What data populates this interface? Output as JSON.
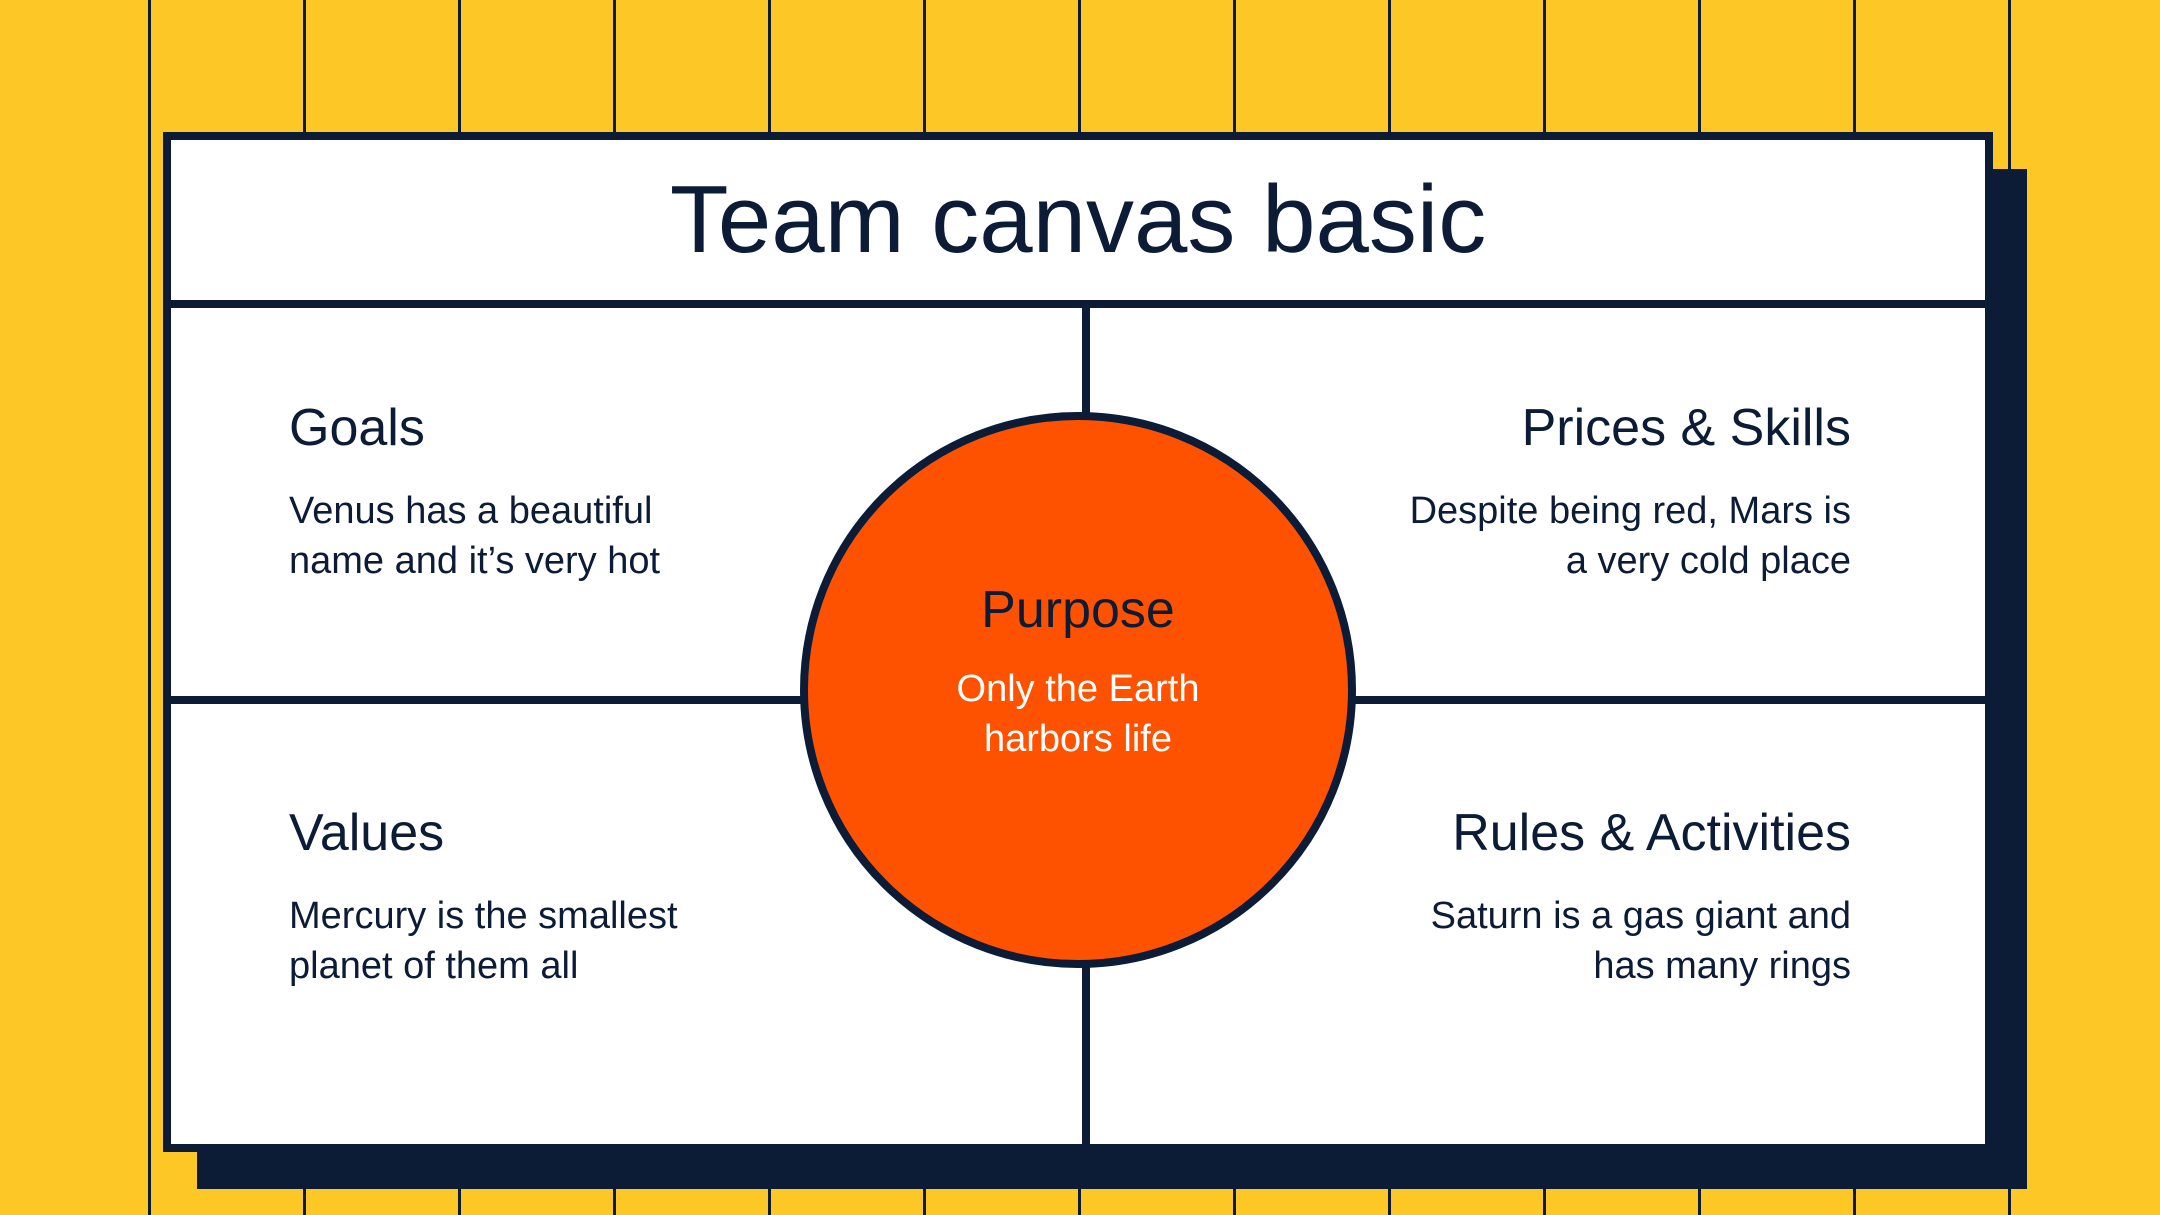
{
  "title": "Team canvas basic",
  "quadrants": {
    "goals": {
      "heading": "Goals",
      "text": "Venus has a beautiful\nname and it’s very hot"
    },
    "prices_skills": {
      "heading": "Prices & Skills",
      "text": "Despite being red, Mars is\na very cold place"
    },
    "values": {
      "heading": "Values",
      "text": "Mercury is the smallest\nplanet of them all"
    },
    "rules_activities": {
      "heading": "Rules & Activities",
      "text": "Saturn is a gas giant and\nhas many rings"
    }
  },
  "purpose": {
    "heading": "Purpose",
    "text": "Only the Earth\nharbors life"
  },
  "colors": {
    "background": "#FDC726",
    "navy": "#0C1B36",
    "accent": "#FF5200",
    "card": "#FFFFFF"
  }
}
